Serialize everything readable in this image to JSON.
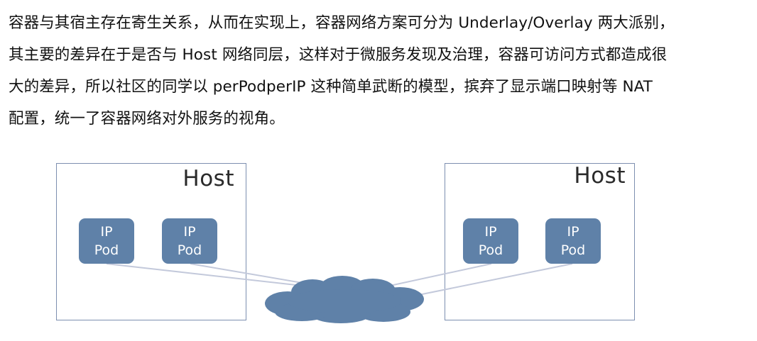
{
  "paragraph": {
    "lines": [
      "容器与其宿主存在寄生关系，从而在实现上，容器网络方案可分为 Underlay/Overlay 两大派别，",
      "其主要的差异在于是否与 Host 网络同层，这样对于微服务发现及治理，容器可访问方式都造成很",
      "大的差异，所以社区的同学以 perPodperIP 这种简单武断的模型，摈弃了显示端口映射等 NAT",
      "配置，统一了容器网络对外服务的视角。"
    ]
  },
  "diagram": {
    "hosts": [
      {
        "label": "Host",
        "pods": [
          {
            "line1": "IP",
            "line2": "Pod"
          },
          {
            "line1": "IP",
            "line2": "Pod"
          }
        ]
      },
      {
        "label": "Host",
        "pods": [
          {
            "line1": "IP",
            "line2": "Pod"
          },
          {
            "line1": "IP",
            "line2": "Pod"
          }
        ]
      }
    ],
    "colors": {
      "pod_fill": "#5f81a8",
      "cloud_fill": "#5f81a8",
      "host_border": "#7d8fb0",
      "link_line": "#c3c9db"
    },
    "icons": [
      "cloud-icon"
    ]
  }
}
